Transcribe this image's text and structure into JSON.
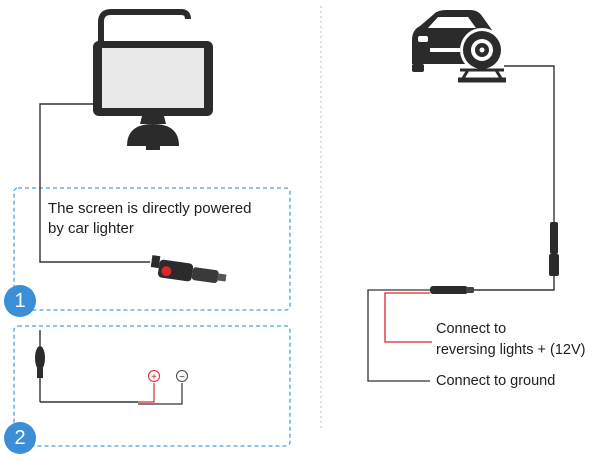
{
  "left_panel": {
    "step1": {
      "badge": "1",
      "text_line1": "The screen is directly powered",
      "text_line2": "by car lighter"
    },
    "step2": {
      "badge": "2",
      "plus_symbol": "+",
      "minus_symbol": "−"
    }
  },
  "right_panel": {
    "label_lights_line1": "Connect to",
    "label_lights_line2": "reversing lights + (12V)",
    "label_ground": "Connect to ground"
  },
  "colors": {
    "accent_dashed_box": "#4aa3df",
    "badge": "#3b8fd9",
    "positive_wire": "#d9272e",
    "wire": "#333333",
    "device_dark": "#2b2b2b"
  },
  "icons": {
    "monitor": "wireless-monitor-icon",
    "car_lighter": "car-lighter-plug-icon",
    "car_camera": "car-with-camera-icon",
    "fuse_connector": "inline-fuse-connector-icon"
  }
}
